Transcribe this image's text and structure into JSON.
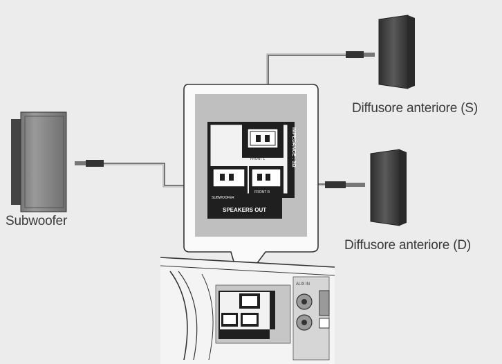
{
  "labels": {
    "front_left": "Diffusore anteriore (S)",
    "front_right": "Diffusore anteriore (D)",
    "subwoofer": "Subwoofer"
  },
  "panel": {
    "speakers_out": "SPEAKERS OUT",
    "impedance": "IMPEDANCE : 3Ω",
    "front_l": "FRONT L",
    "front_r": "FRONT R",
    "subwoofer_port": "SUBWOOFER",
    "aux_in": "AUX IN"
  },
  "colors": {
    "background": "#ececec",
    "speaker": "#4a4a4a",
    "panel": "#bfbfbf",
    "terminal_box": "#1f1f1f"
  }
}
